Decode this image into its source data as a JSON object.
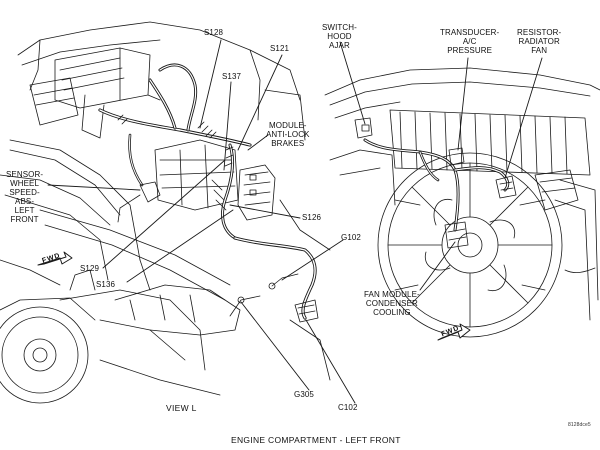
{
  "diagram": {
    "caption": "ENGINE COMPARTMENT - LEFT FRONT",
    "view": "VIEW L",
    "figure_code": "8128dce5",
    "forward_marker": "FWD",
    "labels": {
      "s128": "S128",
      "s121": "S121",
      "s137": "S137",
      "module_abs": "MODULE-\nANTI-LOCK\nBRAKES",
      "sensor_wheel": "SENSOR-\nWHEEL\nSPEED-\nABS-\nLEFT\nFRONT",
      "s126": "S126",
      "g102": "G102",
      "s129": "S129",
      "s136": "S136",
      "g305": "G305",
      "c102": "C102",
      "switch_hood": "SWITCH-\nHOOD\nAJAR",
      "transducer": "TRANSDUCER-\nA/C\nPRESSURE",
      "resistor": "RESISTOR-\nRADIATOR\nFAN",
      "fan_module": "FAN MODULE-\nCONDENSER\nCOOLING"
    }
  }
}
